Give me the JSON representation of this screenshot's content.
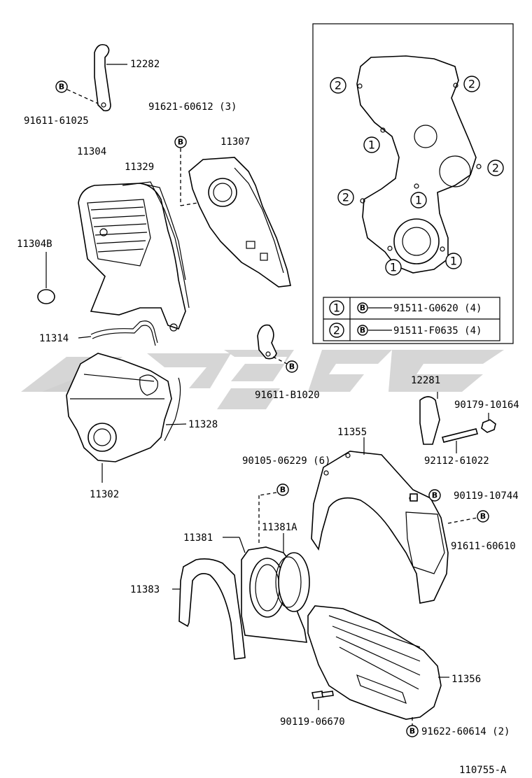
{
  "diagram_id": "110755-A",
  "bolt_symbol": "B",
  "labels": [
    {
      "id": "p12282",
      "text": "12282"
    },
    {
      "id": "p91611_61025",
      "text": "91611-61025"
    },
    {
      "id": "p91621_60612",
      "text": "91621-60612 (3)"
    },
    {
      "id": "p11304",
      "text": "11304"
    },
    {
      "id": "p11329",
      "text": "11329"
    },
    {
      "id": "p11307",
      "text": "11307"
    },
    {
      "id": "p11304B",
      "text": "11304B"
    },
    {
      "id": "p11314",
      "text": "11314"
    },
    {
      "id": "p91611_B1020",
      "text": "91611-B1020"
    },
    {
      "id": "p11328",
      "text": "11328"
    },
    {
      "id": "p11302",
      "text": "11302"
    },
    {
      "id": "p12281",
      "text": "12281"
    },
    {
      "id": "p90179_10164",
      "text": "90179-10164"
    },
    {
      "id": "p92112_61022",
      "text": "92112-61022"
    },
    {
      "id": "p11355",
      "text": "11355"
    },
    {
      "id": "p90105_06229",
      "text": "90105-06229 (6)"
    },
    {
      "id": "p90119_10744",
      "text": "90119-10744"
    },
    {
      "id": "p91611_60610",
      "text": "91611-60610"
    },
    {
      "id": "p11381",
      "text": "11381"
    },
    {
      "id": "p11381A",
      "text": "11381A"
    },
    {
      "id": "p11383",
      "text": "11383"
    },
    {
      "id": "p11356",
      "text": "11356"
    },
    {
      "id": "p90119_06670",
      "text": "90119-06670"
    },
    {
      "id": "p91622_60614",
      "text": "91622-60614 (2)"
    }
  ],
  "inset": {
    "callout_1": "1",
    "callout_2": "2",
    "legend": [
      {
        "key": "1",
        "part": "91511-G0620 (4)"
      },
      {
        "key": "2",
        "part": "91511-F0635 (4)"
      }
    ]
  }
}
